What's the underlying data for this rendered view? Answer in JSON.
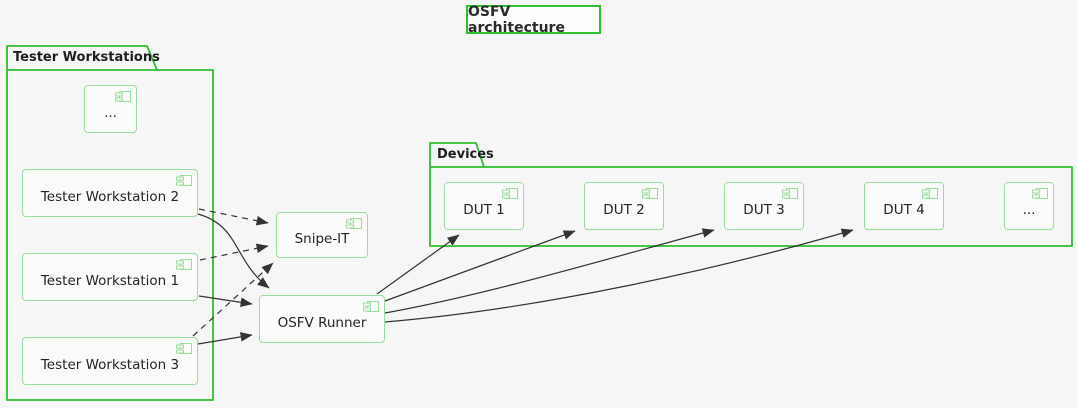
{
  "diagram": {
    "title": "OSFV architecture",
    "type": "component-diagram"
  },
  "packages": {
    "testers": {
      "label": "Tester Workstations"
    },
    "devices": {
      "label": "Devices"
    }
  },
  "nodes": {
    "tw_ellipsis": "...",
    "tw2": "Tester Workstation 2",
    "tw1": "Tester Workstation 1",
    "tw3": "Tester Workstation 3",
    "snipe": "Snipe-IT",
    "runner": "OSFV Runner",
    "dut1": "DUT 1",
    "dut2": "DUT 2",
    "dut3": "DUT 3",
    "dut4": "DUT 4",
    "devices_ellipsis": "..."
  },
  "edges": [
    {
      "from": "Tester Workstation 2",
      "to": "Snipe-IT",
      "style": "dashed"
    },
    {
      "from": "Tester Workstation 1",
      "to": "Snipe-IT",
      "style": "dashed"
    },
    {
      "from": "Tester Workstation 3",
      "to": "Snipe-IT",
      "style": "dashed"
    },
    {
      "from": "Tester Workstation 2",
      "to": "OSFV Runner",
      "style": "solid"
    },
    {
      "from": "Tester Workstation 1",
      "to": "OSFV Runner",
      "style": "solid"
    },
    {
      "from": "Tester Workstation 3",
      "to": "OSFV Runner",
      "style": "solid"
    },
    {
      "from": "OSFV Runner",
      "to": "DUT 1",
      "style": "solid"
    },
    {
      "from": "OSFV Runner",
      "to": "DUT 2",
      "style": "solid"
    },
    {
      "from": "OSFV Runner",
      "to": "DUT 3",
      "style": "solid"
    },
    {
      "from": "OSFV Runner",
      "to": "DUT 4",
      "style": "solid"
    }
  ],
  "colors": {
    "package_border": "#2fbf2f",
    "component_border": "#9cdc9c",
    "arrow": "#333333",
    "background": "#f6f6f6",
    "node_fill": "#fbfbfb",
    "text": "#2b2b2b"
  }
}
